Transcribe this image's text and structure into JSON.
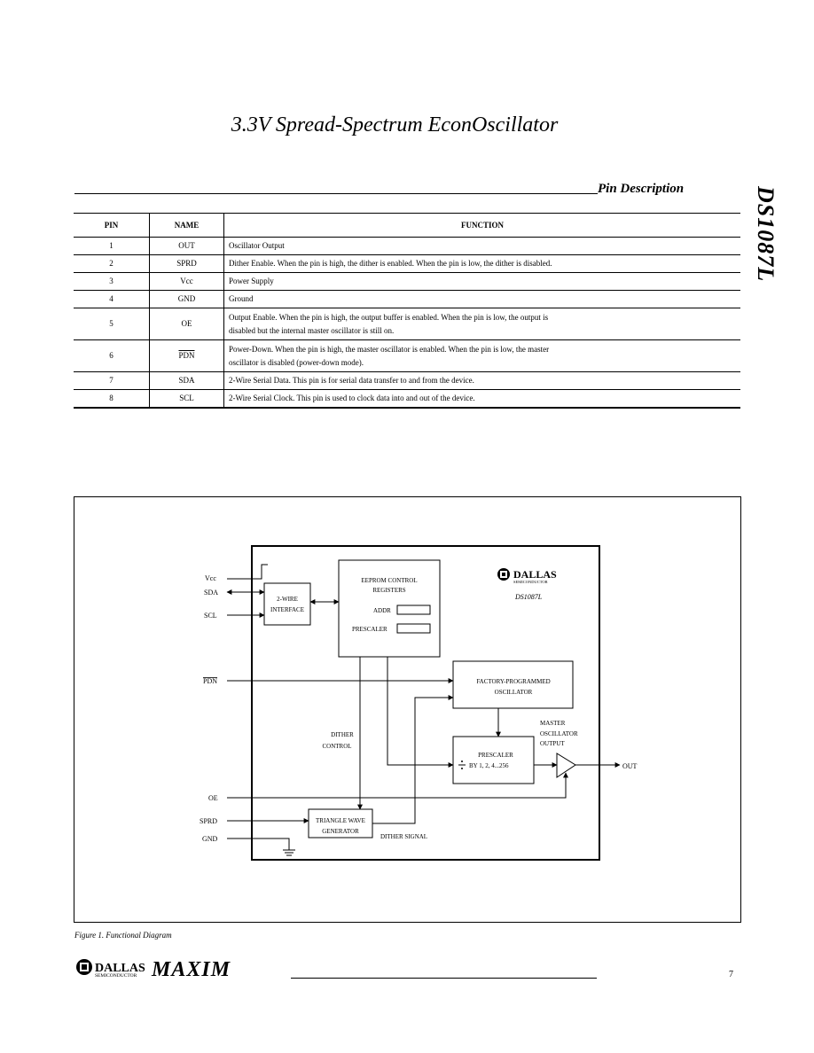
{
  "title": "3.3V Spread-Spectrum EconOscillator",
  "side_label": "DS1087L",
  "section_heading": "Pin Description",
  "table": {
    "headers": [
      "PIN",
      "NAME",
      "FUNCTION"
    ],
    "rows": [
      {
        "pin": "1",
        "name": "OUT",
        "func1": "Oscillator Output",
        "func2": ""
      },
      {
        "pin": "2",
        "name": "SPRD",
        "func1": "Dither Enable. When the pin is high, the dither is enabled. When the pin is low, the dither is disabled.",
        "func2": ""
      },
      {
        "pin": "3",
        "name": "Vcc",
        "func1": "Power Supply",
        "func2": ""
      },
      {
        "pin": "4",
        "name": "GND",
        "func1": "Ground",
        "func2": ""
      },
      {
        "pin": "5",
        "name": "OE",
        "func1": "Output Enable. When the pin is high, the output buffer is enabled. When the pin is low, the output is",
        "func2": "disabled but the internal master oscillator is still on."
      },
      {
        "pin": "6",
        "name": "PDN",
        "func1": "Power-Down. When the pin is high, the master oscillator is enabled. When the pin is low, the master",
        "func2": "oscillator is disabled (power-down mode)."
      },
      {
        "pin": "7",
        "name": "SDA",
        "func1": "2-Wire Serial Data. This pin is for serial data transfer to and from the device.",
        "func2": ""
      },
      {
        "pin": "8",
        "name": "SCL",
        "func1": "2-Wire Serial Clock. This pin is used to clock data into and out of the device.",
        "func2": ""
      }
    ]
  },
  "diagram": {
    "pins_left": {
      "vcc": "Vcc",
      "sda": "SDA",
      "scl": "SCL",
      "pdn": "PDN",
      "oe": "OE",
      "sprd": "SPRD",
      "gnd": "GND"
    },
    "two_wire_1": "2-WIRE",
    "two_wire_2": "INTERFACE",
    "eeprom_1": "EEPROM CONTROL",
    "eeprom_2": "REGISTERS",
    "addr": "ADDR",
    "prescaler_reg": "PRESCALER",
    "logo_brand": "DALLAS",
    "logo_sub": "SEMICONDUCTOR",
    "part": "DS1087L",
    "factory_1": "FACTORY-PROGRAMMED",
    "factory_2": "OSCILLATOR",
    "dither_1": "DITHER",
    "dither_2": "CONTROL",
    "master_1": "MASTER",
    "master_2": "OSCILLATOR",
    "master_3": "OUTPUT",
    "prescaler_1": "PRESCALER",
    "prescaler_2": "BY 1, 2, 4...256",
    "out": "OUT",
    "tri_1": "TRIANGLE WAVE",
    "tri_2": "GENERATOR",
    "dither_signal": "DITHER SIGNAL"
  },
  "caption": "Figure 1. Functional Diagram",
  "footer": {
    "brand": "DALLAS",
    "brand_sub": "SEMICONDUCTOR",
    "maxim": "MAXIM",
    "page": "7"
  }
}
